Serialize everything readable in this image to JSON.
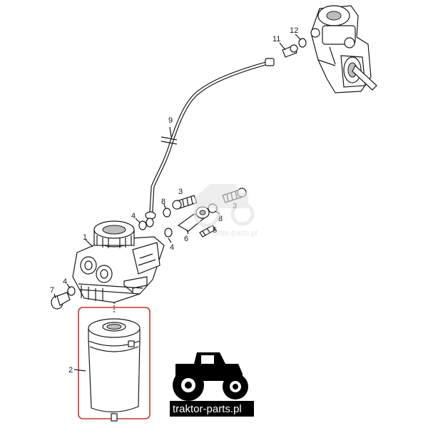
{
  "callouts": [
    {
      "id": "1",
      "text": "1"
    },
    {
      "id": "2",
      "text": "2"
    },
    {
      "id": "3a",
      "text": "3"
    },
    {
      "id": "3b",
      "text": "3"
    },
    {
      "id": "4a",
      "text": "4"
    },
    {
      "id": "4b",
      "text": "4"
    },
    {
      "id": "4c",
      "text": "4"
    },
    {
      "id": "5",
      "text": "5"
    },
    {
      "id": "6",
      "text": "6"
    },
    {
      "id": "7",
      "text": "7"
    },
    {
      "id": "8a",
      "text": "8"
    },
    {
      "id": "8b",
      "text": "8"
    },
    {
      "id": "9",
      "text": "9"
    },
    {
      "id": "11",
      "text": "11"
    },
    {
      "id": "12",
      "text": "12"
    }
  ],
  "watermark": {
    "text": "traktor-parts.pl"
  },
  "logo": {
    "text": "traktor-parts.pl",
    "bg_color": "#000000",
    "text_color": "#ffffff"
  },
  "highlight": {
    "color": "#c0392b",
    "part_ref": "2"
  }
}
